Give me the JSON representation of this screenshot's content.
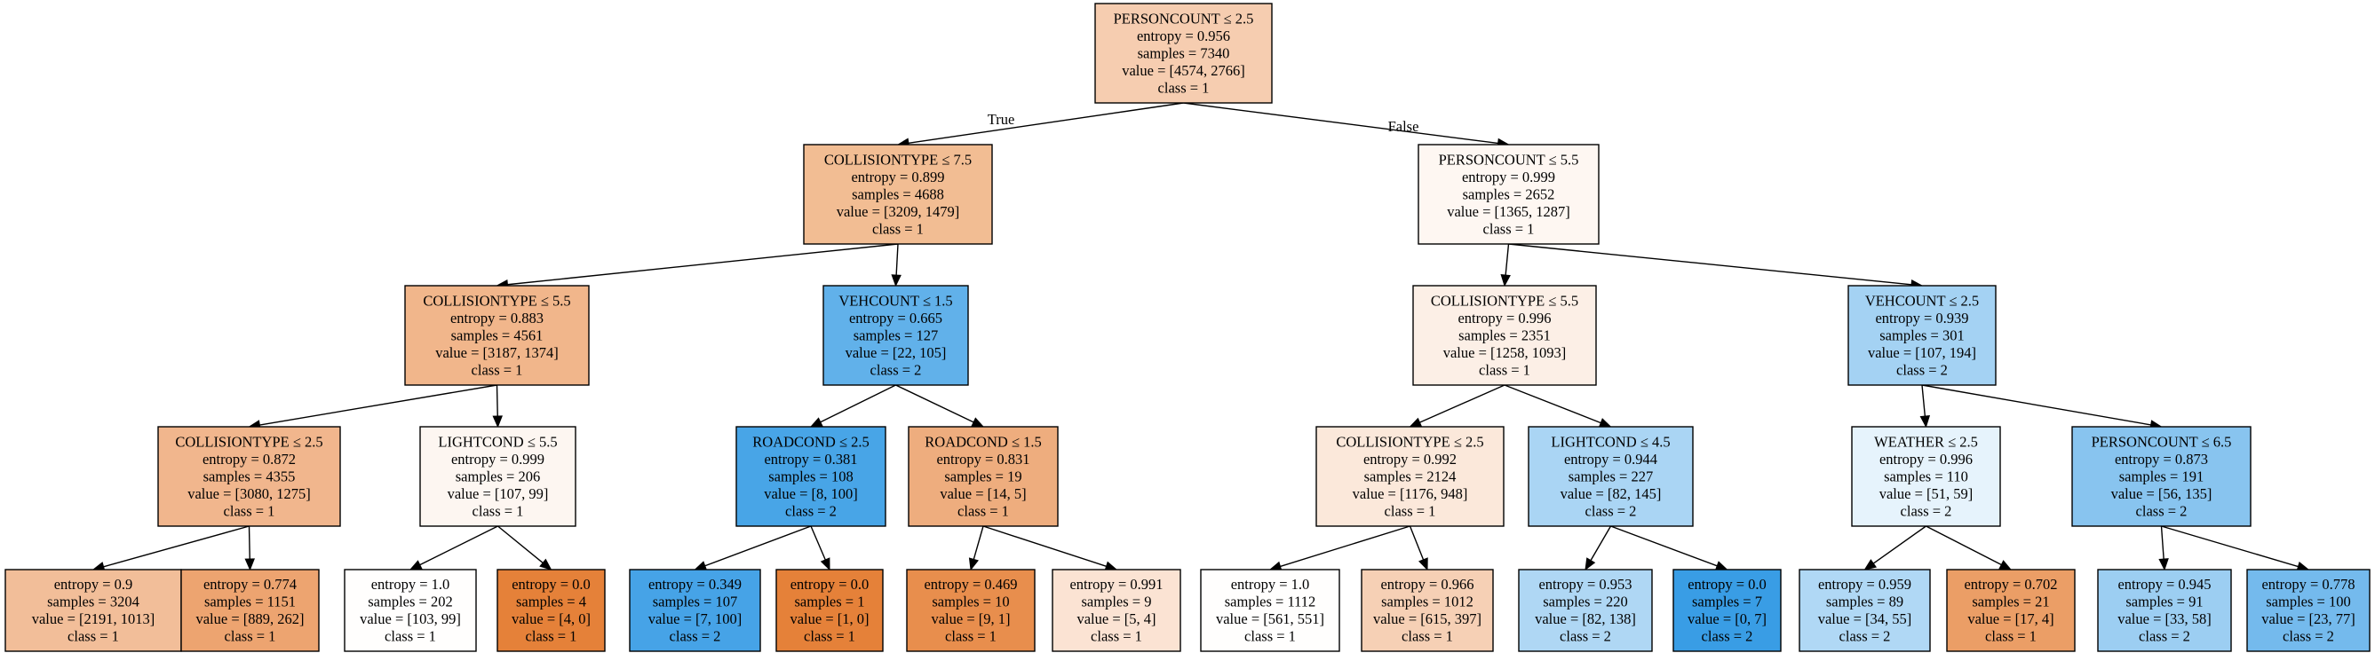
{
  "nodes": [
    {
      "id": "n0",
      "fill": "#f6cdb0",
      "lines": [
        "PERSONCOUNT ≤ 2.5",
        "entropy = 0.956",
        "samples = 7340",
        "value = [4574, 2766]",
        "class = 1"
      ]
    },
    {
      "id": "n1",
      "fill": "#f2bd93",
      "lines": [
        "COLLISIONTYPE ≤ 7.5",
        "entropy = 0.899",
        "samples = 4688",
        "value = [3209, 1479]",
        "class = 1"
      ]
    },
    {
      "id": "n2",
      "fill": "#f1b68b",
      "lines": [
        "COLLISIONTYPE ≤ 5.5",
        "entropy = 0.883",
        "samples = 4561",
        "value = [3187, 1374]",
        "class = 1"
      ]
    },
    {
      "id": "n3",
      "fill": "#f1b68d",
      "lines": [
        "COLLISIONTYPE ≤ 2.5",
        "entropy = 0.872",
        "samples = 4355",
        "value = [3080, 1275]",
        "class = 1"
      ]
    },
    {
      "id": "n4",
      "fill": "#f2be99",
      "lines": [
        "entropy = 0.9",
        "samples = 3204",
        "value = [2191, 1013]",
        "class = 1"
      ]
    },
    {
      "id": "n5",
      "fill": "#eda470",
      "lines": [
        "entropy = 0.774",
        "samples = 1151",
        "value = [889, 262]",
        "class = 1"
      ]
    },
    {
      "id": "n6",
      "fill": "#fdf6f1",
      "lines": [
        "LIGHTCOND ≤ 5.5",
        "entropy = 0.999",
        "samples = 206",
        "value = [107, 99]",
        "class = 1"
      ]
    },
    {
      "id": "n7",
      "fill": "#fffefd",
      "lines": [
        "entropy = 1.0",
        "samples = 202",
        "value = [103, 99]",
        "class = 1"
      ]
    },
    {
      "id": "n8",
      "fill": "#e58139",
      "lines": [
        "entropy = 0.0",
        "samples = 4",
        "value = [4, 0]",
        "class = 1"
      ]
    },
    {
      "id": "n9",
      "fill": "#61b1ea",
      "lines": [
        "VEHCOUNT ≤ 1.5",
        "entropy = 0.665",
        "samples = 127",
        "value = [22, 105]",
        "class = 2"
      ]
    },
    {
      "id": "n10",
      "fill": "#48a5e7",
      "lines": [
        "ROADCOND ≤ 2.5",
        "entropy = 0.381",
        "samples = 108",
        "value = [8, 100]",
        "class = 2"
      ]
    },
    {
      "id": "n11",
      "fill": "#46a3e7",
      "lines": [
        "entropy = 0.349",
        "samples = 107",
        "value = [7, 100]",
        "class = 2"
      ]
    },
    {
      "id": "n12",
      "fill": "#e58139",
      "lines": [
        "entropy = 0.0",
        "samples = 1",
        "value = [1, 0]",
        "class = 1"
      ]
    },
    {
      "id": "n13",
      "fill": "#eead7e",
      "lines": [
        "ROADCOND ≤ 1.5",
        "entropy = 0.831",
        "samples = 19",
        "value = [14, 5]",
        "class = 1"
      ]
    },
    {
      "id": "n14",
      "fill": "#e88e4d",
      "lines": [
        "entropy = 0.469",
        "samples = 10",
        "value = [9, 1]",
        "class = 1"
      ]
    },
    {
      "id": "n15",
      "fill": "#fbe3d3",
      "lines": [
        "entropy = 0.991",
        "samples = 9",
        "value = [5, 4]",
        "class = 1"
      ]
    },
    {
      "id": "n16",
      "fill": "#fef7f2",
      "lines": [
        "PERSONCOUNT ≤ 5.5",
        "entropy = 0.999",
        "samples = 2652",
        "value = [1365, 1287]",
        "class = 1"
      ]
    },
    {
      "id": "n17",
      "fill": "#fcefe6",
      "lines": [
        "COLLISIONTYPE ≤ 5.5",
        "entropy = 0.996",
        "samples = 2351",
        "value = [1258, 1093]",
        "class = 1"
      ]
    },
    {
      "id": "n18",
      "fill": "#fbe8da",
      "lines": [
        "COLLISIONTYPE ≤ 2.5",
        "entropy = 0.992",
        "samples = 2124",
        "value = [1176, 948]",
        "class = 1"
      ]
    },
    {
      "id": "n19",
      "fill": "#fffefd",
      "lines": [
        "entropy = 1.0",
        "samples = 1112",
        "value = [561, 551]",
        "class = 1"
      ]
    },
    {
      "id": "n20",
      "fill": "#f6d0b5",
      "lines": [
        "entropy = 0.966",
        "samples = 1012",
        "value = [615, 397]",
        "class = 1"
      ]
    },
    {
      "id": "n21",
      "fill": "#aad5f4",
      "lines": [
        "LIGHTCOND ≤ 4.5",
        "entropy = 0.944",
        "samples = 227",
        "value = [82, 145]",
        "class = 2"
      ]
    },
    {
      "id": "n22",
      "fill": "#afd7f4",
      "lines": [
        "entropy = 0.953",
        "samples = 220",
        "value = [82, 138]",
        "class = 2"
      ]
    },
    {
      "id": "n23",
      "fill": "#399de5",
      "lines": [
        "entropy = 0.0",
        "samples = 7",
        "value = [0, 7]",
        "class = 2"
      ]
    },
    {
      "id": "n24",
      "fill": "#a4d2f3",
      "lines": [
        "VEHCOUNT ≤ 2.5",
        "entropy = 0.939",
        "samples = 301",
        "value = [107, 194]",
        "class = 2"
      ]
    },
    {
      "id": "n25",
      "fill": "#e6f3fc",
      "lines": [
        "WEATHER ≤ 2.5",
        "entropy = 0.996",
        "samples = 110",
        "value = [51, 59]",
        "class = 2"
      ]
    },
    {
      "id": "n26",
      "fill": "#b0d8f5",
      "lines": [
        "entropy = 0.959",
        "samples = 89",
        "value = [34, 55]",
        "class = 2"
      ]
    },
    {
      "id": "n27",
      "fill": "#eb9e66",
      "lines": [
        "entropy = 0.702",
        "samples = 21",
        "value = [17, 4]",
        "class = 1"
      ]
    },
    {
      "id": "n28",
      "fill": "#88c4ef",
      "lines": [
        "PERSONCOUNT ≤ 6.5",
        "entropy = 0.873",
        "samples = 191",
        "value = [56, 135]",
        "class = 2"
      ]
    },
    {
      "id": "n29",
      "fill": "#9ccef2",
      "lines": [
        "entropy = 0.945",
        "samples = 91",
        "value = [33, 58]",
        "class = 2"
      ]
    },
    {
      "id": "n30",
      "fill": "#74baed",
      "lines": [
        "entropy = 0.778",
        "samples = 100",
        "value = [23, 77]",
        "class = 2"
      ]
    }
  ],
  "edges": [
    {
      "from": "n0",
      "to": "n1",
      "label": "True"
    },
    {
      "from": "n0",
      "to": "n16",
      "label": "False"
    },
    {
      "from": "n1",
      "to": "n2"
    },
    {
      "from": "n1",
      "to": "n9"
    },
    {
      "from": "n2",
      "to": "n3"
    },
    {
      "from": "n2",
      "to": "n6"
    },
    {
      "from": "n3",
      "to": "n4"
    },
    {
      "from": "n3",
      "to": "n5"
    },
    {
      "from": "n6",
      "to": "n7"
    },
    {
      "from": "n6",
      "to": "n8"
    },
    {
      "from": "n9",
      "to": "n10"
    },
    {
      "from": "n9",
      "to": "n13"
    },
    {
      "from": "n10",
      "to": "n11"
    },
    {
      "from": "n10",
      "to": "n12"
    },
    {
      "from": "n13",
      "to": "n14"
    },
    {
      "from": "n13",
      "to": "n15"
    },
    {
      "from": "n16",
      "to": "n17"
    },
    {
      "from": "n16",
      "to": "n24"
    },
    {
      "from": "n17",
      "to": "n18"
    },
    {
      "from": "n17",
      "to": "n21"
    },
    {
      "from": "n18",
      "to": "n19"
    },
    {
      "from": "n18",
      "to": "n20"
    },
    {
      "from": "n21",
      "to": "n22"
    },
    {
      "from": "n21",
      "to": "n23"
    },
    {
      "from": "n24",
      "to": "n25"
    },
    {
      "from": "n24",
      "to": "n28"
    },
    {
      "from": "n25",
      "to": "n26"
    },
    {
      "from": "n25",
      "to": "n27"
    },
    {
      "from": "n28",
      "to": "n29"
    },
    {
      "from": "n28",
      "to": "n30"
    }
  ]
}
